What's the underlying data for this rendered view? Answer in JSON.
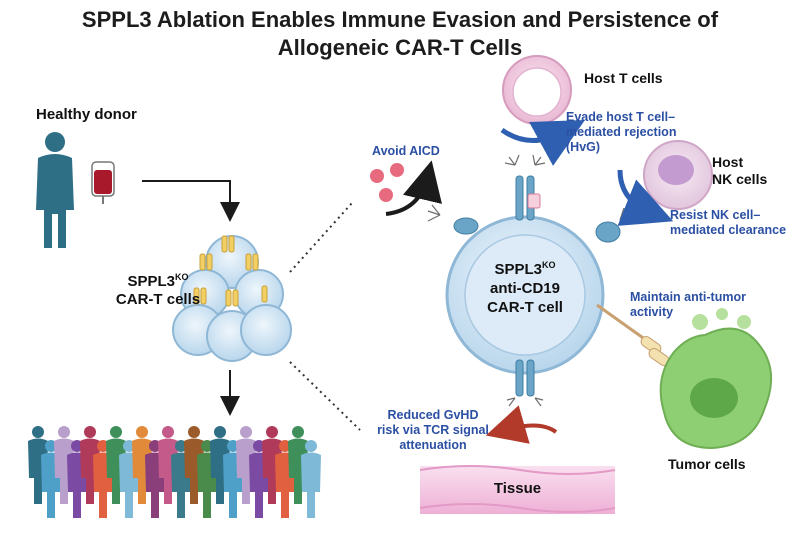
{
  "title": {
    "line1": "SPPL3 Ablation Enables Immune Evasion and Persistence of",
    "line2": "Allogeneic CAR-T Cells"
  },
  "donor": {
    "label": "Healthy donor"
  },
  "cart_cells": {
    "prefix": "SPPL3",
    "sup": "KO",
    "line2": "CAR-T cells"
  },
  "central_cell": {
    "line1_prefix": "SPPL3",
    "line1_sup": "KO",
    "line2": "anti-CD19",
    "line3": "CAR-T cell"
  },
  "avoid_aicd": {
    "label": "Avoid AICD"
  },
  "host_t": {
    "label": "Host T cells"
  },
  "evade": {
    "line1": "Evade host T cell–",
    "line2": "mediated rejection",
    "line3": "(HvG)"
  },
  "host_nk": {
    "line1": "Host",
    "line2": "NK cells"
  },
  "resist_nk": {
    "line1": "Resist NK cell–",
    "line2": "mediated clearance"
  },
  "antitumor": {
    "line1": "Maintain anti-tumor",
    "line2": "activity"
  },
  "gvhd": {
    "line1": "Reduced GvHD",
    "line2": "risk via TCR signal",
    "line3": "attenuation"
  },
  "tissue": {
    "label": "Tissue"
  },
  "tumor": {
    "label": "Tumor cells"
  },
  "colors": {
    "person_teal": "#2f6f86",
    "cell_fill": "#cfe3f2",
    "cell_edge": "#8fb7d6",
    "blue_text": "#2b4fa3",
    "arrow_blue": "#2f5fb0",
    "arrow_dark": "#1b1b1b",
    "arrow_red": "#b23a2a",
    "tumor_green": "#8fcf73",
    "tissue_pink": "#f3c6e2"
  },
  "icons": [
    "person-icon",
    "blood-bag-icon",
    "car-t-cluster-icon",
    "car-t-cell-icon",
    "host-t-cell-icon",
    "nk-cell-icon",
    "tumor-cell-icon",
    "crowd-icon",
    "aicd-cells-icon"
  ]
}
